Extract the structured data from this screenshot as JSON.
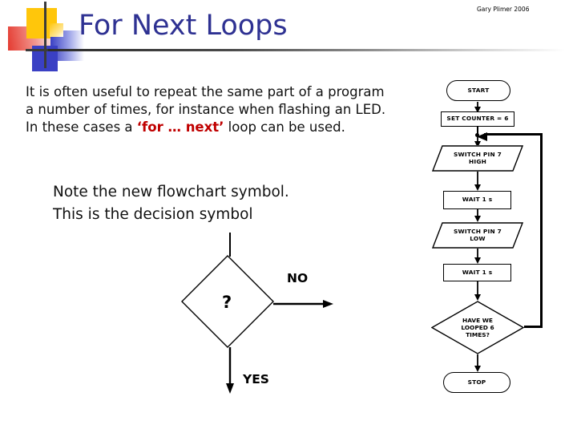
{
  "slide": {
    "title": "For Next Loops",
    "author": "Gary Plimer 2006",
    "body": {
      "line1": "It is often useful to repeat the same part of a program",
      "line2": "a number of times, for instance when flashing an LED.",
      "line3_pre": "In these cases a ",
      "line3_kw": "‘for … next’",
      "line3_post": " loop can be used."
    },
    "note": "Note the new flowchart symbol. This is the decision symbol"
  },
  "decision_demo": {
    "symbol_label": "?",
    "branch_no": "NO",
    "branch_yes": "YES"
  },
  "flowchart": {
    "nodes": [
      {
        "id": "start",
        "label": "START",
        "shape": "terminator"
      },
      {
        "id": "set-counter",
        "label": "SET COUNTER = 6",
        "shape": "process"
      },
      {
        "id": "pin7-high",
        "label": "SWITCH PIN 7\nHIGH",
        "shape": "io"
      },
      {
        "id": "wait1",
        "label": "WAIT 1 s",
        "shape": "process"
      },
      {
        "id": "pin7-low",
        "label": "SWITCH PIN 7\nLOW",
        "shape": "io"
      },
      {
        "id": "wait2",
        "label": "WAIT 1 s",
        "shape": "process"
      },
      {
        "id": "looped",
        "label": "HAVE WE\nLOOPED 6\nTIMES?",
        "shape": "decision"
      },
      {
        "id": "stop",
        "label": "STOP",
        "shape": "terminator"
      }
    ]
  },
  "colors": {
    "title": "#2E3192",
    "keyword": "#C00000",
    "logo_yellow": "#FFC60B",
    "logo_red": "#E43A30",
    "logo_blue": "#3A40C4",
    "line": "#000000"
  }
}
